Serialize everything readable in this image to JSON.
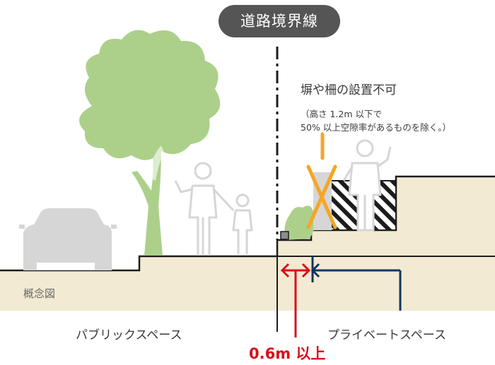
{
  "title": "道路境界線",
  "note": {
    "heading": "塀や柵の設置不可",
    "line1": "（高さ 1.2m 以下で",
    "line2": "50% 以上空隙率があるものを除く。）"
  },
  "labels": {
    "concept": "概念図",
    "public_space": "パブリックスペース",
    "private_space": "プライベートスペース",
    "setback": "0.6m 以上"
  },
  "colors": {
    "ground": "#f2ead3",
    "outline": "#1c1c1c",
    "tree": "#acd08a",
    "silhouette": "#d6d6d6",
    "cross": "#f5a623",
    "setback_arrow": "#d7101b",
    "private_arrow": "#13345f",
    "pill": "#555555"
  }
}
